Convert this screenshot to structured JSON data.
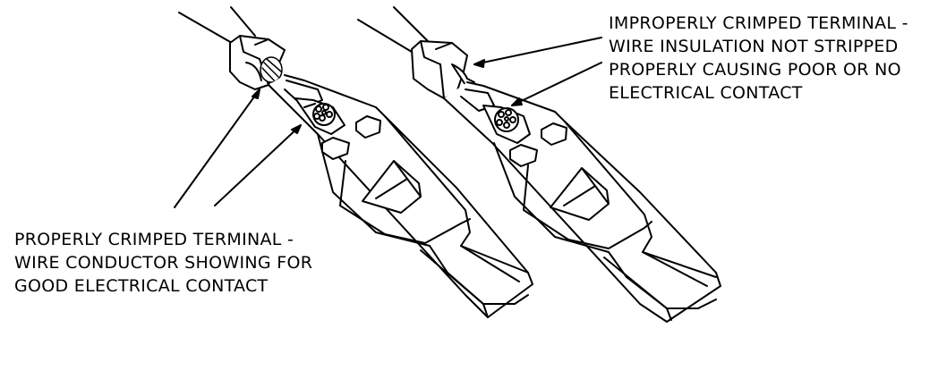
{
  "captions": {
    "properly": {
      "lines": [
        "PROPERLY CRIMPED TERMINAL -",
        "WIRE CONDUCTOR SHOWING FOR",
        "GOOD ELECTRICAL CONTACT"
      ]
    },
    "improperly": {
      "lines": [
        "IMPROPERLY CRIMPED TERMINAL -",
        "WIRE INSULATION NOT STRIPPED",
        "PROPERLY CAUSING POOR OR NO",
        "ELECTRICAL CONTACT"
      ]
    }
  },
  "colors": {
    "ink": "#000000",
    "paper": "#ffffff"
  }
}
